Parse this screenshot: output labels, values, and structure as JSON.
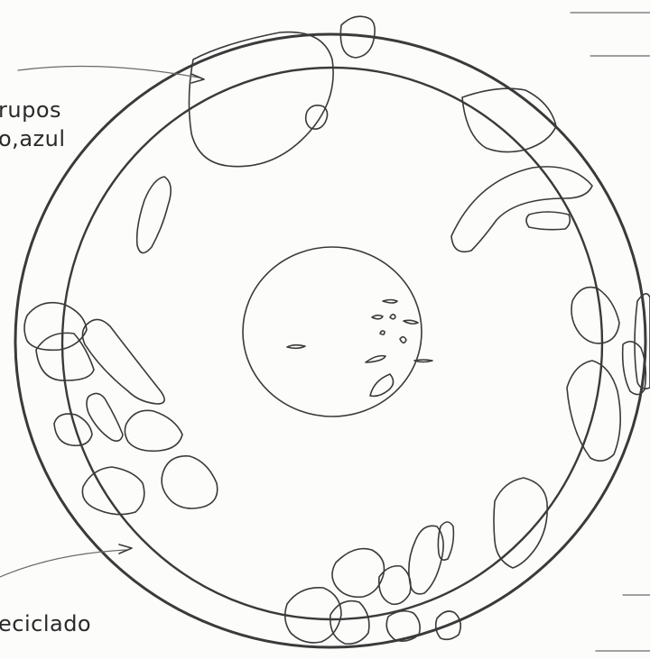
{
  "labels": {
    "top_label_line1": "rupos",
    "top_label_line2": "o,azul",
    "bottom_label": "eciclado"
  },
  "colors": {
    "ink": "#3a3a3a",
    "paper": "#fcfcfb"
  }
}
